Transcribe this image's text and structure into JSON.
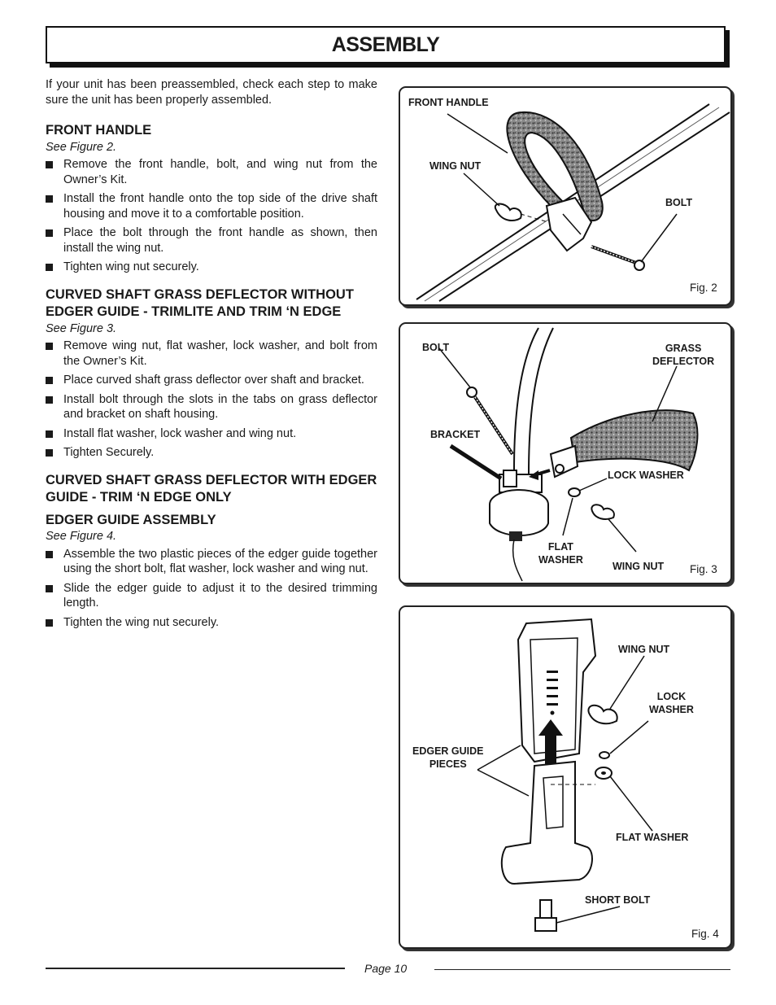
{
  "title": "ASSEMBLY",
  "intro": "If your unit has been preassembled, check each step to make sure the unit has been properly assembled.",
  "sections": [
    {
      "heading": "FRONT HANDLE",
      "see": "See Figure 2.",
      "items": [
        "Remove the front handle, bolt, and wing nut from the Owner’s Kit.",
        "Install the front handle onto the top side of the drive shaft housing and move it to a comfortable position.",
        "Place the bolt through the front handle as shown, then install the wing nut.",
        "Tighten wing nut securely."
      ]
    },
    {
      "heading": "CURVED SHAFT GRASS DEFLECTOR WITHOUT EDGER GUIDE - TRIMLITE AND TRIM ‘N EDGE",
      "see": "See Figure 3.",
      "items": [
        "Remove wing nut, flat washer, lock washer, and bolt from the Owner’s Kit.",
        "Place curved shaft grass deflector over shaft and bracket.",
        "Install bolt through the slots in the tabs on grass deflector and bracket on shaft housing.",
        "Install flat washer, lock washer and wing nut.",
        "Tighten Securely."
      ]
    },
    {
      "heading": "CURVED SHAFT GRASS DEFLECTOR WITH EDGER GUIDE - TRIM ‘N EDGE ONLY"
    },
    {
      "heading": "EDGER GUIDE ASSEMBLY",
      "see": "See Figure 4.",
      "items": [
        "Assemble the two plastic pieces of the edger guide together using the short bolt, flat washer, lock washer and wing nut.",
        "Slide the edger guide to adjust it to the desired trimming length.",
        "Tighten the wing nut securely."
      ]
    }
  ],
  "fig2": {
    "label": "Fig. 2",
    "front_handle": "FRONT HANDLE",
    "wing_nut": "WING NUT",
    "bolt": "BOLT"
  },
  "fig3": {
    "label": "Fig. 3",
    "bolt": "BOLT",
    "grass_deflector_1": "GRASS",
    "grass_deflector_2": "DEFLECTOR",
    "bracket": "BRACKET",
    "lock_washer": "LOCK WASHER",
    "flat_washer_1": "FLAT",
    "flat_washer_2": "WASHER",
    "wing_nut": "WING NUT"
  },
  "fig4": {
    "label": "Fig. 4",
    "wing_nut": "WING NUT",
    "lock_washer_1": "LOCK",
    "lock_washer_2": "WASHER",
    "edger_guide_1": "EDGER GUIDE",
    "edger_guide_2": "PIECES",
    "flat_washer": "FLAT WASHER",
    "short_bolt": "SHORT BOLT"
  },
  "page": "Page 10"
}
